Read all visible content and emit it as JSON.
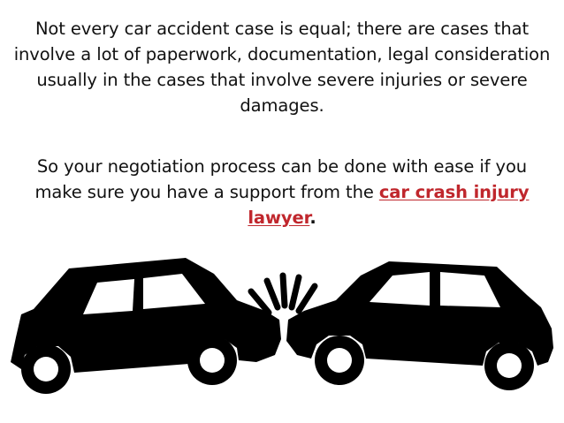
{
  "slide": {
    "paragraph_1": "Not every car accident case is equal; there are cases that involve a lot of paperwork, documentation, legal consideration usually in the cases that involve severe injuries or severe damages.",
    "paragraph_2_prefix": "So your negotiation process can be done with ease if you make sure you have a support from the ",
    "link_text": "car crash injury lawyer",
    "paragraph_2_suffix": ".",
    "link_color": "#c0272d",
    "text_color": "#111111",
    "background_color": "#ffffff"
  },
  "illustration": {
    "subject": "two cars colliding head-on",
    "icons": [
      "car-left-icon",
      "car-right-icon",
      "impact-lines-icon"
    ],
    "fill_color": "#000000"
  }
}
